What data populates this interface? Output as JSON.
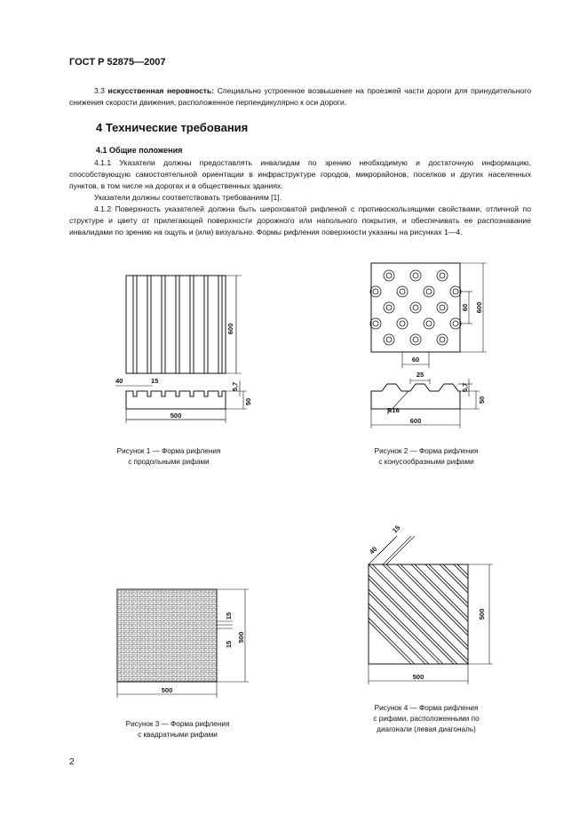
{
  "header": "ГОСТ Р 52875—2007",
  "p33_num": "3.3",
  "p33_term": "искусственная неровность:",
  "p33_text": " Специально устроенное возвышение на проезжей части дороги для принудительного снижения скорости движения, расположенное перпендикулярно к оси дороги.",
  "section_title": "4 Технические требования",
  "subsection_title": "4.1 Общие положения",
  "p411": "4.1.1 Указатели должны предоставлять инвалидам по зрению необходимую и достаточную информацию, способствующую самостоятельной ориентации в инфраструктуре городов, микрорайонов, поселков и других населенных пунктов, в том числе на дорогах и в общественных зданиях.",
  "p411b": "Указатели должны соответствовать требованиям [1].",
  "p412": "4.1.2 Поверхность указателей должна быть шероховатой рифленой с противоскользящими свойствами, отличной по структуре и цвету от прилегающей поверхности дорожного или напольного покрытия, и обеспечивать ее распознавание инвалидами по зрению на ощупь и (или) визуально. Формы рифления поверхности указаны на рисунках 1—4.",
  "fig1": {
    "caption_l1": "Рисунок 1 — Форма рифления",
    "caption_l2": "с продольными рифами",
    "dims": {
      "h600": "600",
      "d40": "40",
      "d15": "15",
      "d57": "5,7",
      "d50": "50",
      "d500": "500"
    }
  },
  "fig2": {
    "caption_l1": "Рисунок 2 — Форма рифления",
    "caption_l2": "с конусообразными рифами",
    "dims": {
      "d60v": "60",
      "h600": "600",
      "d60h": "60",
      "d25": "25",
      "d57": "5,7",
      "d50": "50",
      "r16": "R16",
      "d600": "600"
    }
  },
  "fig3": {
    "caption_l1": "Рисунок 3 — Форма рифления",
    "caption_l2": "с квадратными рифами",
    "dims": {
      "d15a": "15",
      "d15b": "15",
      "h500": "500",
      "d500": "500"
    }
  },
  "fig4": {
    "caption_l1": "Рисунок 4 — Форма рифления",
    "caption_l2": "с рифами, расположенными по",
    "caption_l3": "диагонали (левая диагональ)",
    "dims": {
      "d40": "40",
      "d15": "15",
      "h500": "500",
      "d500": "500"
    }
  },
  "page_number": "2"
}
